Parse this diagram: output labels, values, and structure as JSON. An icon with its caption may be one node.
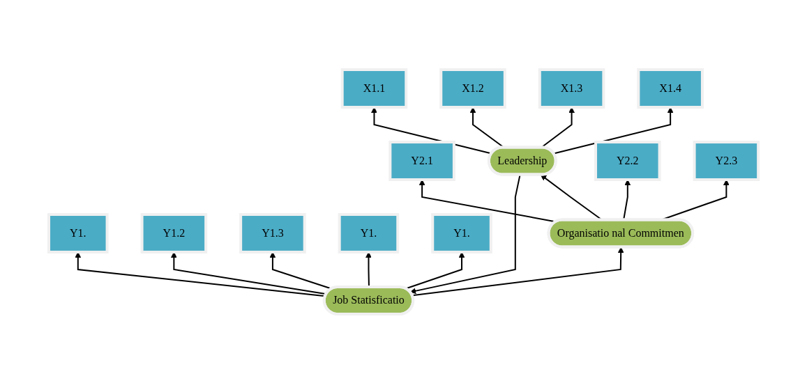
{
  "diagram": {
    "nodes": [
      {
        "text": [
          "Y1."
        ]
      },
      {
        "text": [
          "Y1.2"
        ]
      },
      {
        "text": [
          "Y1.3"
        ]
      },
      {
        "text": [
          "Y1."
        ]
      },
      {
        "text": [
          "Y1."
        ]
      },
      {
        "text": [
          "Job Statisficatio"
        ]
      },
      {
        "text": [
          "Y2.1"
        ]
      },
      {
        "text": [
          "Leadership"
        ]
      },
      {
        "text": [
          "Organisatio nal Commitmen"
        ]
      },
      {
        "text": [
          "Y2.2"
        ]
      },
      {
        "text": [
          "Y2.3"
        ]
      },
      {
        "text": [
          "X1.1"
        ]
      },
      {
        "text": [
          "X1.2"
        ]
      },
      {
        "text": [
          "X1.3"
        ]
      },
      {
        "text": [
          "X1.4"
        ]
      }
    ],
    "edges": [
      {
        "from": 5,
        "to": 0,
        "arrow": "to"
      },
      {
        "from": 5,
        "to": 1,
        "arrow": "to"
      },
      {
        "from": 5,
        "to": 2,
        "arrow": "to"
      },
      {
        "from": 5,
        "to": 3,
        "arrow": "to"
      },
      {
        "from": 5,
        "to": 4,
        "arrow": "to"
      },
      {
        "from": 7,
        "to": 5,
        "arrow": "to"
      },
      {
        "from": 5,
        "to": 8,
        "arrow": "to"
      },
      {
        "from": 8,
        "to": 7,
        "arrow": "to"
      },
      {
        "from": 8,
        "to": 6,
        "arrow": "to"
      },
      {
        "from": 8,
        "to": 9,
        "arrow": "to"
      },
      {
        "from": 8,
        "to": 10,
        "arrow": "to"
      },
      {
        "from": 7,
        "to": 11,
        "arrow": "to"
      },
      {
        "from": 7,
        "to": 12,
        "arrow": "to"
      },
      {
        "from": 7,
        "to": 13,
        "arrow": "to"
      },
      {
        "from": 7,
        "to": 14,
        "arrow": "to"
      }
    ]
  }
}
